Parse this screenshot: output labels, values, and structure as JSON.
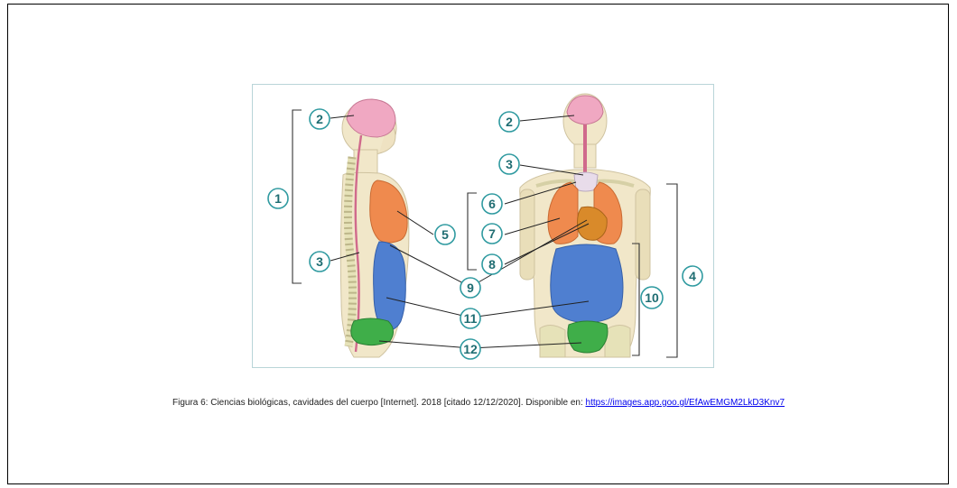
{
  "figure": {
    "labels": {
      "n1": "1",
      "n2a": "2",
      "n2b": "2",
      "n3a": "3",
      "n3b": "3",
      "n4": "4",
      "n5": "5",
      "n6": "6",
      "n7": "7",
      "n8": "8",
      "n9": "9",
      "n10": "10",
      "n11": "11",
      "n12": "12"
    },
    "colors": {
      "brain": "#f0a8c2",
      "spinal_cord": "#d06a8c",
      "lungs": "#ef8a4e",
      "heart": "#d98a2a",
      "thymus": "#e8dcea",
      "abdomen": "#4f7fd0",
      "pelvis": "#3fae49",
      "skin": "#f1e7c9",
      "bone": "#e6e2b8",
      "accent": "#2f9aa0"
    }
  },
  "caption": {
    "text": "Figura 6: Ciencias biológicas, cavidades del cuerpo [Internet]. 2018 [citado 12/12/2020]. Disponible en: ",
    "link": "https://images.app.goo.gl/EfAwEMGM2LkD3Knv7"
  }
}
